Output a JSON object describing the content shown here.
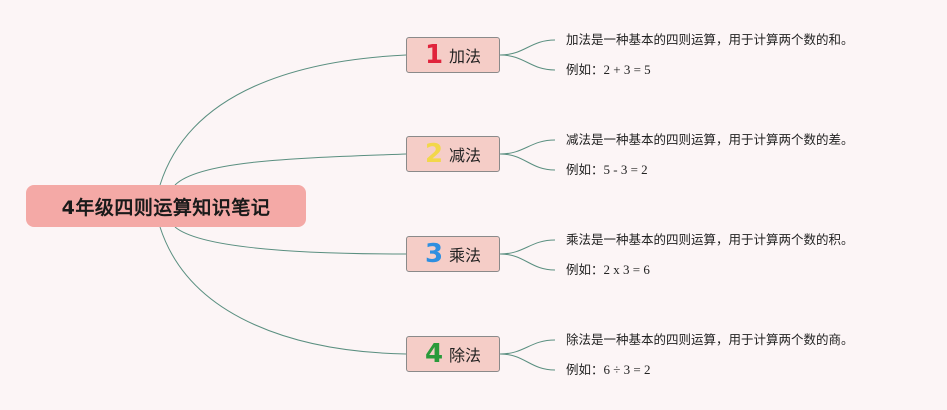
{
  "root": {
    "title": "4年级四则运算知识笔记"
  },
  "branches": [
    {
      "number": "1",
      "label": "加法",
      "color": "#e0243c",
      "description": "加法是一种基本的四则运算，用于计算两个数的和。",
      "example_prefix": "例如：",
      "example": "2 + 3 = 5"
    },
    {
      "number": "2",
      "label": "减法",
      "color": "#f2d74a",
      "description": "减法是一种基本的四则运算，用于计算两个数的差。",
      "example_prefix": "例如：",
      "example": "5 - 3 = 2"
    },
    {
      "number": "3",
      "label": "乘法",
      "color": "#2f8fe0",
      "description": "乘法是一种基本的四则运算，用于计算两个数的积。",
      "example_prefix": "例如：",
      "example": "2 x 3 = 6"
    },
    {
      "number": "4",
      "label": "除法",
      "color": "#2a9a3a",
      "description": "除法是一种基本的四则运算，用于计算两个数的商。",
      "example_prefix": "例如：",
      "example": "6 ÷ 3 = 2"
    }
  ],
  "colors": {
    "background": "#fcf5f6",
    "root_fill": "#f4a9a6",
    "branch_fill": "#f5cdc7",
    "connector": "#5a8f80"
  }
}
